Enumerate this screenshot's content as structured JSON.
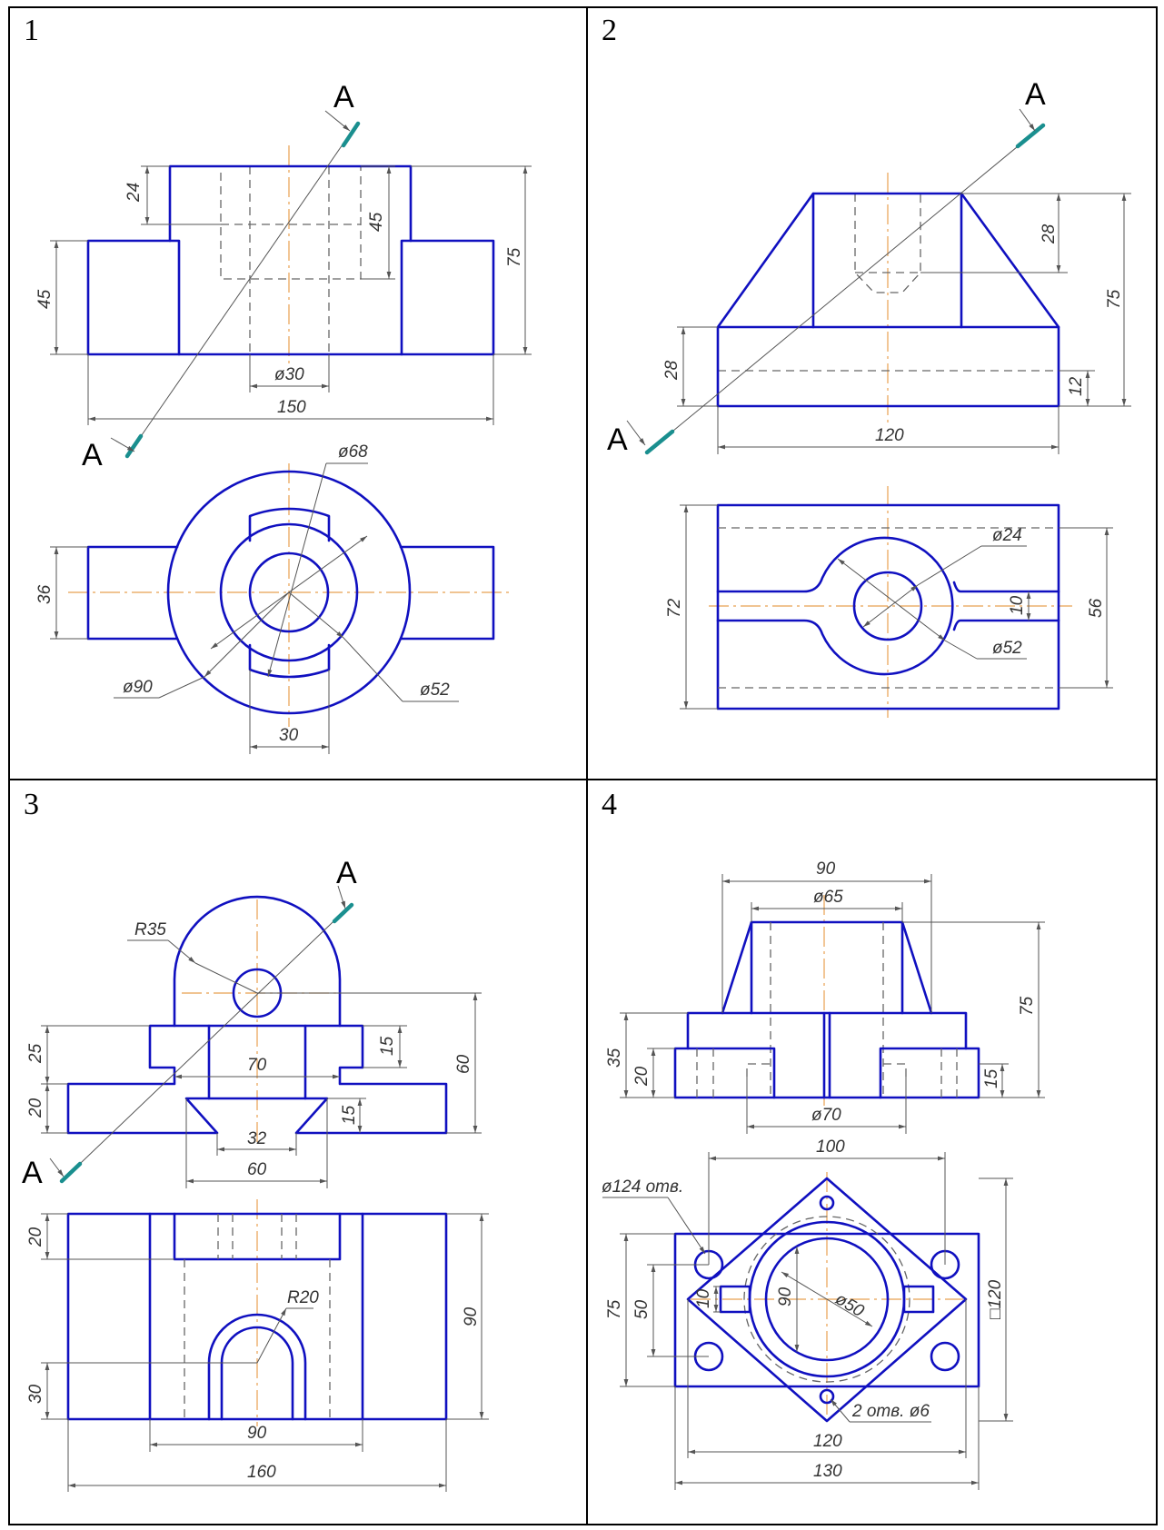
{
  "panels": [
    {
      "number": "1",
      "section": "A",
      "dims": {
        "d24": "24",
        "d45a": "45",
        "d45b": "45",
        "d75": "75",
        "dia30": "ø30",
        "d150": "150",
        "dia68": "ø68",
        "d36": "36",
        "dia90": "ø90",
        "dia52": "ø52",
        "d30": "30"
      }
    },
    {
      "number": "2",
      "section": "A",
      "dims": {
        "d28a": "28",
        "d75": "75",
        "d28b": "28",
        "d12": "12",
        "d120": "120",
        "dia24": "ø24",
        "d72": "72",
        "d10": "10",
        "d56": "56",
        "dia52": "ø52"
      }
    },
    {
      "number": "3",
      "section": "A",
      "dims": {
        "r35": "R35",
        "d15a": "15",
        "d25": "25",
        "d70": "70",
        "d60v": "60",
        "d20": "20",
        "d15b": "15",
        "d32": "32",
        "d60": "60",
        "d20b": "20",
        "r20": "R20",
        "d90v": "90",
        "d30": "30",
        "d90": "90",
        "d160": "160"
      }
    },
    {
      "number": "4",
      "dims": {
        "d90": "90",
        "dia65": "ø65",
        "d75": "75",
        "d35": "35",
        "d20": "20",
        "d15": "15",
        "dia70": "ø70",
        "d100": "100",
        "holes124": "ø124 отв.",
        "d75b": "75",
        "d50": "50",
        "d10": "10",
        "d90b": "90",
        "dia50": "ø50",
        "sq120": "□120",
        "holes6": "2 отв. ø6",
        "d120": "120",
        "d130": "130"
      }
    }
  ],
  "colors": {
    "outline": "#1010c0",
    "cut_plane": "#1a8f8f",
    "center_line": "#e8a050"
  }
}
